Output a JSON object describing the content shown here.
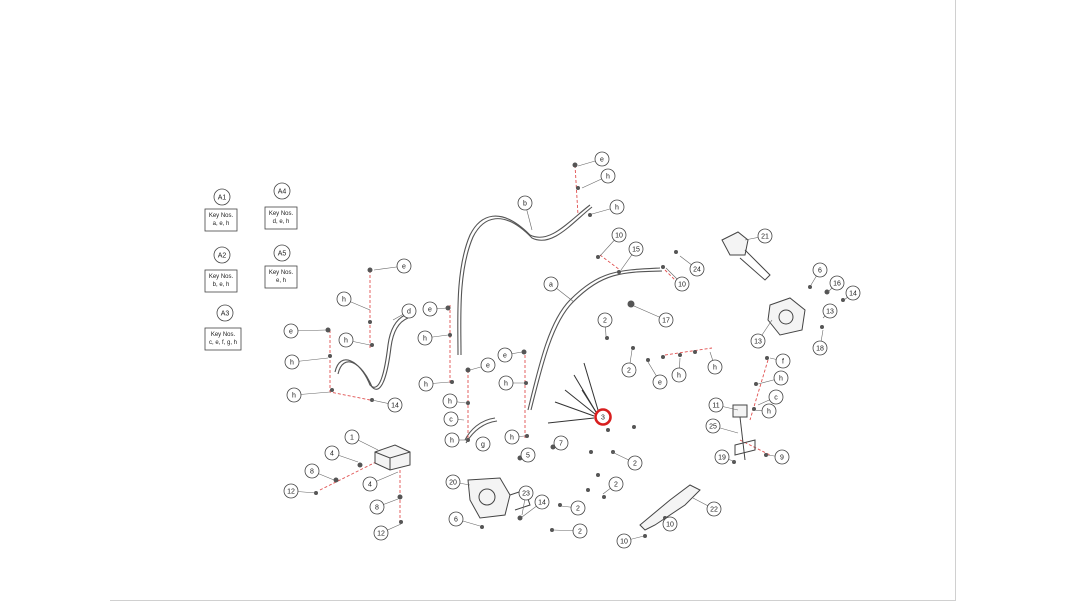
{
  "diagram": {
    "key_groups": [
      {
        "id": "A1",
        "lines": [
          "Key Nos.",
          "a, e, h"
        ]
      },
      {
        "id": "A2",
        "lines": [
          "Key Nos.",
          "b, e, h"
        ]
      },
      {
        "id": "A3",
        "lines": [
          "Key Nos.",
          "c, e, f, g, h"
        ]
      },
      {
        "id": "A4",
        "lines": [
          "Key Nos.",
          "d, e, h"
        ]
      },
      {
        "id": "A5",
        "lines": [
          "Key Nos.",
          "e, h"
        ]
      }
    ],
    "callouts": [
      {
        "label": "e"
      },
      {
        "label": "h"
      },
      {
        "label": "h"
      },
      {
        "label": "b"
      },
      {
        "label": "10"
      },
      {
        "label": "15"
      },
      {
        "label": "24"
      },
      {
        "label": "10"
      },
      {
        "label": "21"
      },
      {
        "label": "6"
      },
      {
        "label": "16"
      },
      {
        "label": "14"
      },
      {
        "label": "13"
      },
      {
        "label": "18"
      },
      {
        "label": "13"
      },
      {
        "label": "a"
      },
      {
        "label": "17"
      },
      {
        "label": "2"
      },
      {
        "label": "2"
      },
      {
        "label": "e"
      },
      {
        "label": "h"
      },
      {
        "label": "h"
      },
      {
        "label": "f"
      },
      {
        "label": "h"
      },
      {
        "label": "c"
      },
      {
        "label": "h"
      },
      {
        "label": "11"
      },
      {
        "label": "25"
      },
      {
        "label": "19"
      },
      {
        "label": "9"
      },
      {
        "label": "3",
        "highlight": true
      },
      {
        "label": "e"
      },
      {
        "label": "h"
      },
      {
        "label": "d"
      },
      {
        "label": "h"
      },
      {
        "label": "e"
      },
      {
        "label": "h"
      },
      {
        "label": "h"
      },
      {
        "label": "14"
      },
      {
        "label": "e"
      },
      {
        "label": "h"
      },
      {
        "label": "h"
      },
      {
        "label": "e"
      },
      {
        "label": "e"
      },
      {
        "label": "h"
      },
      {
        "label": "h"
      },
      {
        "label": "c"
      },
      {
        "label": "h"
      },
      {
        "label": "g"
      },
      {
        "label": "h"
      },
      {
        "label": "5"
      },
      {
        "label": "7"
      },
      {
        "label": "2"
      },
      {
        "label": "1"
      },
      {
        "label": "4"
      },
      {
        "label": "8"
      },
      {
        "label": "4"
      },
      {
        "label": "12"
      },
      {
        "label": "8"
      },
      {
        "label": "12"
      },
      {
        "label": "20"
      },
      {
        "label": "6"
      },
      {
        "label": "23"
      },
      {
        "label": "14"
      },
      {
        "label": "2"
      },
      {
        "label": "2"
      },
      {
        "label": "2"
      },
      {
        "label": "22"
      },
      {
        "label": "10"
      },
      {
        "label": "10"
      }
    ],
    "colors": {
      "line": "#555555",
      "dash": "#e05050",
      "highlight": "#d81e1e"
    }
  }
}
